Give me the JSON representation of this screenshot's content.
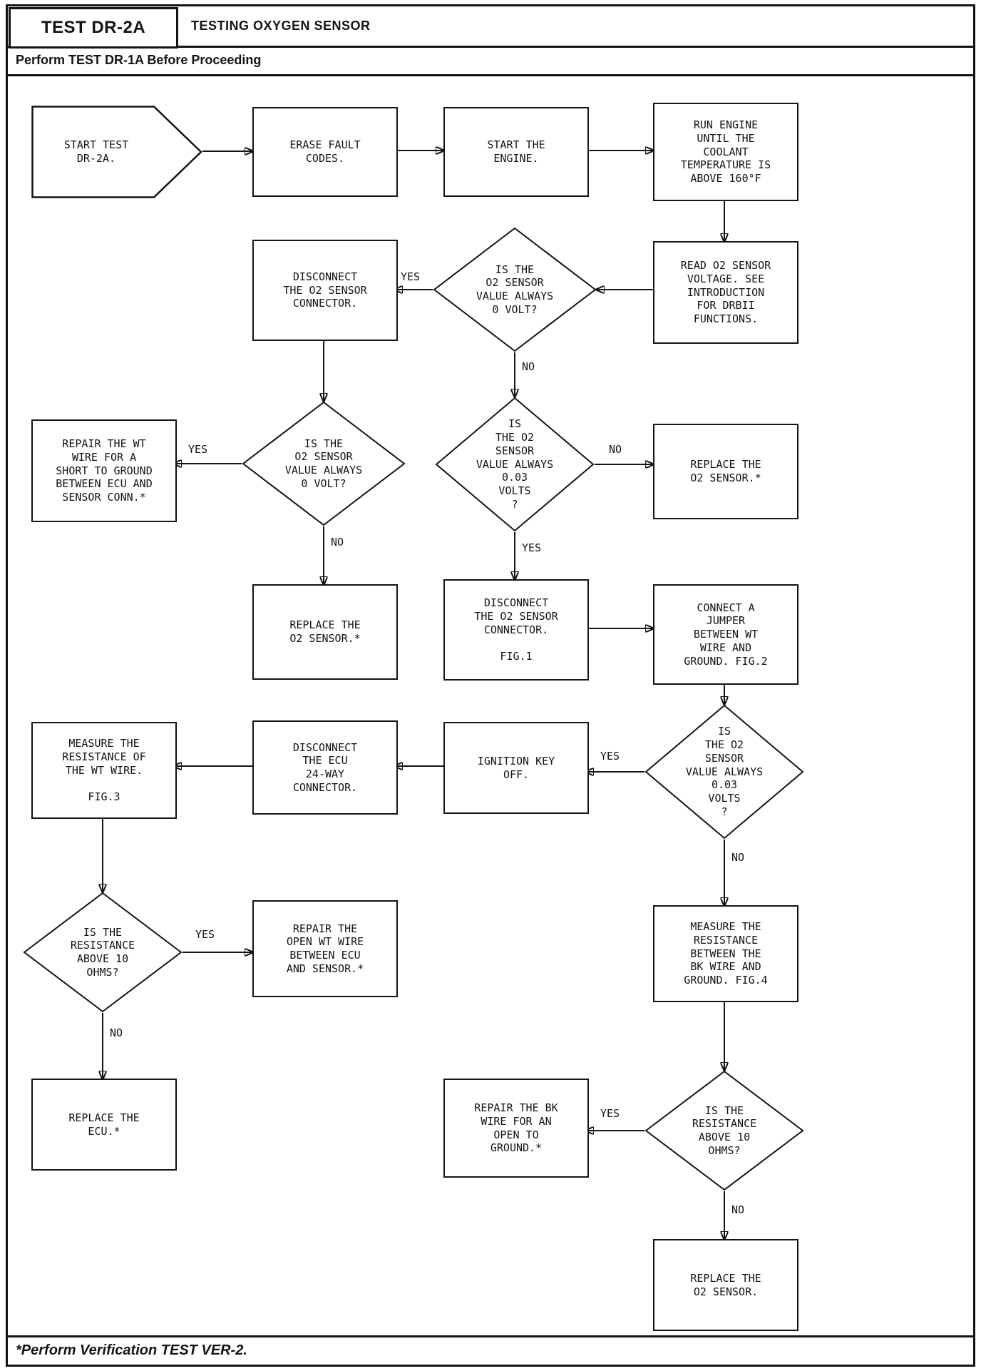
{
  "header": {
    "test_id": "TEST DR-2A",
    "title": "TESTING OXYGEN SENSOR",
    "subtitle": "Perform TEST DR-1A Before Proceeding"
  },
  "footer": {
    "note": "*Perform Verification TEST VER-2."
  },
  "nodes": {
    "start": "START TEST\nDR-2A.",
    "erase_codes": "ERASE FAULT\nCODES.",
    "start_engine": "START THE\nENGINE.",
    "run_engine": "RUN ENGINE\nUNTIL THE\nCOOLANT\nTEMPERATURE IS\nABOVE 160°F",
    "read_voltage": "READ O2 SENSOR\nVOLTAGE. SEE\nINTRODUCTION\nFOR DRBII\nFUNCTIONS.",
    "d1": "IS THE\nO2 SENSOR\nVALUE ALWAYS\n0 VOLT?",
    "disconnect_sensor_1": "DISCONNECT\nTHE O2 SENSOR\nCONNECTOR.",
    "d2": "IS THE\nO2 SENSOR\nVALUE ALWAYS\n0 VOLT?",
    "repair_wt": "REPAIR THE WT\nWIRE FOR A\nSHORT TO GROUND\nBETWEEN ECU AND\nSENSOR CONN.*",
    "d3": "IS\nTHE O2\nSENSOR\nVALUE ALWAYS\n0.03\nVOLTS\n?",
    "replace_o2_right": "REPLACE THE\nO2 SENSOR.*",
    "replace_o2_left": "REPLACE THE\nO2 SENSOR.*",
    "disconnect_sensor_2": "DISCONNECT\nTHE O2 SENSOR\nCONNECTOR.\n\nFIG.1",
    "connect_jumper": "CONNECT A\nJUMPER\nBETWEEN WT\nWIRE AND\nGROUND. FIG.2",
    "d4": "IS\nTHE O2\nSENSOR\nVALUE ALWAYS\n0.03\nVOLTS\n?",
    "ignition_off": "IGNITION KEY\nOFF.",
    "disconnect_ecu": "DISCONNECT\nTHE ECU\n24-WAY\nCONNECTOR.",
    "measure_wt": "MEASURE THE\nRESISTANCE OF\nTHE WT WIRE.\n\nFIG.3",
    "d5": "IS THE\nRESISTANCE\nABOVE 10\nOHMS?",
    "repair_open_wt": "REPAIR THE\nOPEN WT WIRE\nBETWEEN ECU\nAND SENSOR.*",
    "measure_bk": "MEASURE THE\nRESISTANCE\nBETWEEN THE\nBK WIRE AND\nGROUND. FIG.4",
    "replace_ecu": "REPLACE THE\nECU.*",
    "repair_bk": "REPAIR THE BK\nWIRE FOR AN\nOPEN TO\nGROUND.*",
    "d6": "IS THE\nRESISTANCE\nABOVE 10\nOHMS?",
    "replace_o2_final": "REPLACE THE\nO2 SENSOR."
  },
  "edges": {
    "d1_yes": "YES",
    "d1_no": "NO",
    "d2_yes": "YES",
    "d2_no": "NO",
    "d3_no": "NO",
    "d3_yes": "YES",
    "d4_yes": "YES",
    "d4_no": "NO",
    "d5_yes": "YES",
    "d5_no": "NO",
    "d6_yes": "YES",
    "d6_no": "NO"
  }
}
